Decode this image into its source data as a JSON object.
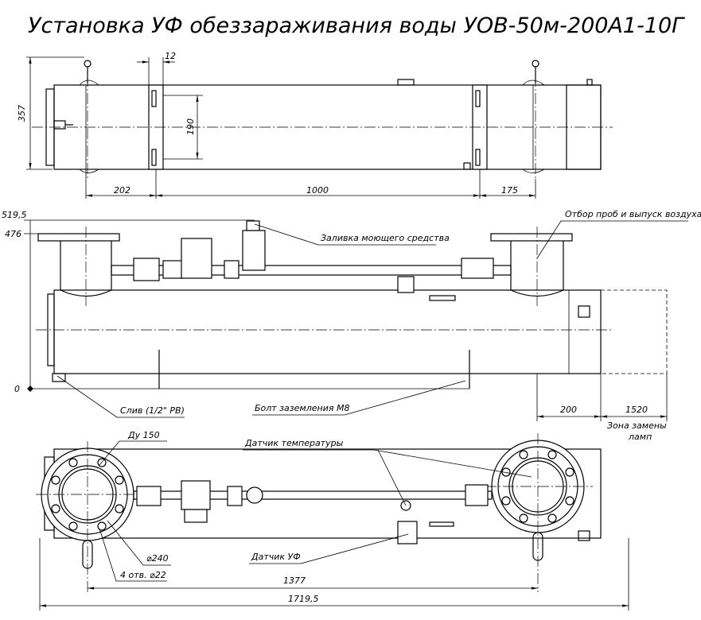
{
  "title": "Установка УФ обеззараживания воды УОВ-50м-200А1-10Г",
  "top_view": {
    "dims": {
      "height": "357",
      "clamp_width": "12",
      "clamp_span": "190",
      "left": "202",
      "middle": "1000",
      "right": "175"
    }
  },
  "side_view": {
    "dims": {
      "top_level": "519,5",
      "flange_level": "476",
      "zero": "0",
      "end_clearance": "200",
      "lamp_zone": "1520"
    },
    "labels": {
      "detergent_fill": "Заливка моющего средства",
      "sampling": "Отбор проб и выпуск воздуха",
      "drain": "Слив (1/2\" РВ)",
      "ground_bolt": "Болт заземления М8",
      "lamp_zone_1": "Зона замены",
      "lamp_zone_2": "ламп"
    }
  },
  "bottom_view": {
    "labels": {
      "nominal_diameter": "Ду 150",
      "temp_sensor": "Датчик температуры",
      "flange_diameter": "⌀240",
      "holes": "4 отв. ⌀22",
      "uv_sensor": "Датчик УФ"
    },
    "dims": {
      "inlet_spacing": "1377",
      "overall_length": "1719,5"
    }
  }
}
